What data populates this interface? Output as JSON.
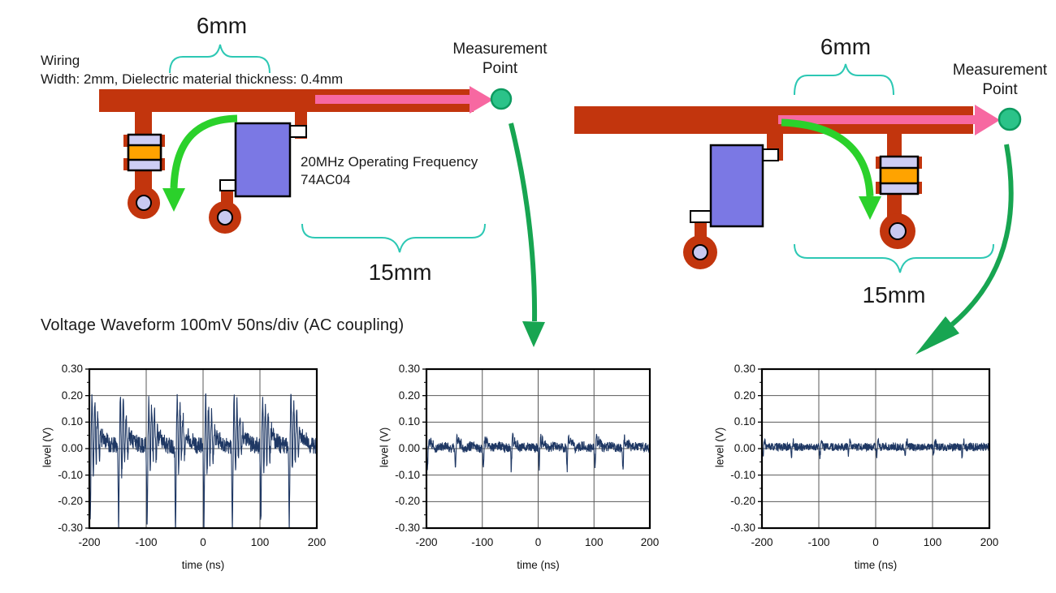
{
  "colors": {
    "trace": "#C2350D",
    "capBody": "#FFA300",
    "capEnd": "#CDCDF4",
    "ic": "#7B78E4",
    "padInner": "#C9C9F0",
    "green": "#2BD12B",
    "emerald": "#17A551",
    "teal": "#2DC8B4",
    "pink": "#F768A1",
    "mpFill": "#2BC389",
    "mpStroke": "#0D9B60",
    "wave": "#1F3864",
    "grid": "#595959",
    "frame": "#000000"
  },
  "left_circuit": {
    "dim_width": "6mm",
    "wiring_title": "Wiring",
    "wiring_spec": "Width: 2mm, Dielectric material thickness: 0.4mm",
    "measurement_line1": "Measurement",
    "measurement_line2": "Point",
    "ic_label_line1": "20MHz Operating Frequency",
    "ic_label_line2": "74AC04",
    "dim_length": "15mm"
  },
  "right_circuit": {
    "dim_width": "6mm",
    "measurement_line1": "Measurement",
    "measurement_line2": "Point",
    "dim_length": "15mm"
  },
  "waveform_title": "Voltage Waveform  100mV  50ns/div (AC coupling)",
  "chart_data": [
    {
      "type": "line",
      "position": "left",
      "title": "",
      "xlabel": "time (ns)",
      "ylabel": "level (V)",
      "xlim": [
        -200,
        200
      ],
      "ylim": [
        -0.3,
        0.3
      ],
      "xticks": [
        -200,
        -100,
        0,
        100,
        200
      ],
      "yticks": [
        0.3,
        0.2,
        0.1,
        0,
        -0.1,
        -0.2,
        -0.3
      ],
      "xtick_labels": [
        "-200",
        "-100",
        "0",
        "100",
        "200"
      ],
      "ytick_labels": [
        "0.30",
        "0.20",
        "0.10",
        "0.00",
        "-0.10",
        "-0.20",
        "-0.30"
      ],
      "grid": true,
      "legend": "none",
      "series": [
        {
          "name": "level",
          "description": "Large periodic switching noise at measurement point, 50 ns period (20 MHz); positive peaks about +0.19 V, negative spikes to about -0.28 V, ringing band around +0.02 V",
          "period_ns": 50,
          "baseline_v": 0.012,
          "noise_v": 0.032,
          "seed": 11,
          "features": [
            {
              "phase_ns": 1.5,
              "width_ns": 1.1,
              "amp_v": -0.3
            },
            {
              "phase_ns": 4.6,
              "width_ns": 1.3,
              "amp_v": 0.175
            },
            {
              "phase_ns": 7.0,
              "width_ns": 0.9,
              "amp_v": -0.12
            },
            {
              "phase_ns": 9.6,
              "width_ns": 1.3,
              "amp_v": 0.155
            },
            {
              "phase_ns": 12.0,
              "width_ns": 0.9,
              "amp_v": -0.07
            },
            {
              "phase_ns": 14.6,
              "width_ns": 1.6,
              "amp_v": 0.115
            },
            {
              "phase_ns": 17.5,
              "width_ns": 1.2,
              "amp_v": -0.05
            },
            {
              "phase_ns": 20.0,
              "width_ns": 1.5,
              "amp_v": 0.06
            },
            {
              "phase_ns": 24.0,
              "width_ns": 2.0,
              "amp_v": 0.035
            },
            {
              "phase_ns": 30.0,
              "width_ns": 4.0,
              "amp_v": 0.02
            }
          ]
        }
      ]
    },
    {
      "type": "line",
      "position": "middle",
      "title": "",
      "xlabel": "time (ns)",
      "ylabel": "level (V)",
      "xlim": [
        -200,
        200
      ],
      "ylim": [
        -0.3,
        0.3
      ],
      "xticks": [
        -200,
        -100,
        0,
        100,
        200
      ],
      "yticks": [
        0.3,
        0.2,
        0.1,
        0,
        -0.1,
        -0.2,
        -0.3
      ],
      "xtick_labels": [
        "-200",
        "-100",
        "0",
        "100",
        "200"
      ],
      "ytick_labels": [
        "0.30",
        "0.20",
        "0.10",
        "0.00",
        "-0.10",
        "-0.20",
        "-0.30"
      ],
      "grid": true,
      "legend": "none",
      "series": [
        {
          "name": "level",
          "description": "Reduced noise, 50 ns period; small positive peaks about +0.05 V and negative spikes to about -0.08 V around a 0 V baseline",
          "period_ns": 50,
          "baseline_v": 0.002,
          "noise_v": 0.018,
          "seed": 22,
          "features": [
            {
              "phase_ns": 1.8,
              "width_ns": 1.0,
              "amp_v": -0.082
            },
            {
              "phase_ns": 4.6,
              "width_ns": 1.2,
              "amp_v": 0.042
            },
            {
              "phase_ns": 8.0,
              "width_ns": 1.6,
              "amp_v": 0.028
            },
            {
              "phase_ns": 12.0,
              "width_ns": 2.2,
              "amp_v": 0.018
            },
            {
              "phase_ns": 30.0,
              "width_ns": 8.0,
              "amp_v": 0.008
            }
          ]
        }
      ]
    },
    {
      "type": "line",
      "position": "right",
      "title": "",
      "xlabel": "time (ns)",
      "ylabel": "level (V)",
      "xlim": [
        -200,
        200
      ],
      "ylim": [
        -0.3,
        0.3
      ],
      "xticks": [
        -200,
        -100,
        0,
        100,
        200
      ],
      "yticks": [
        0.3,
        0.2,
        0.1,
        0,
        -0.1,
        -0.2,
        -0.3
      ],
      "xtick_labels": [
        "-200",
        "-100",
        "0",
        "100",
        "200"
      ],
      "ytick_labels": [
        "0.30",
        "0.20",
        "0.10",
        "0.00",
        "-0.10",
        "-0.20",
        "-0.30"
      ],
      "grid": true,
      "legend": "none",
      "series": [
        {
          "name": "level",
          "description": "Nearly flat trace; residual noise band of roughly ±0.02 V with tiny 50 ns periodic dips to about -0.04 V",
          "period_ns": 50,
          "baseline_v": 0.006,
          "noise_v": 0.015,
          "seed": 33,
          "features": [
            {
              "phase_ns": 2.0,
              "width_ns": 1.0,
              "amp_v": -0.035
            },
            {
              "phase_ns": 5.0,
              "width_ns": 1.6,
              "amp_v": 0.02
            }
          ]
        }
      ]
    }
  ]
}
